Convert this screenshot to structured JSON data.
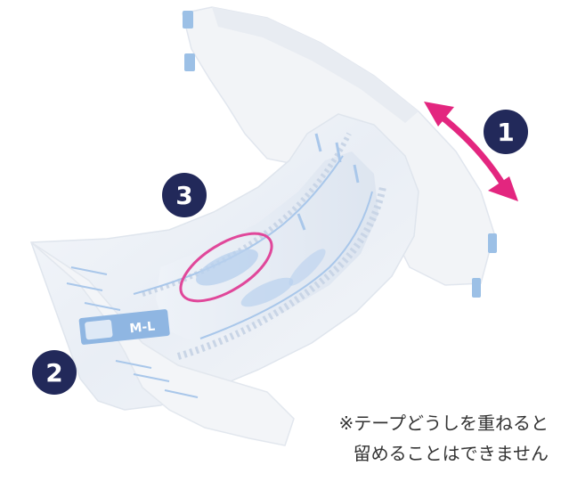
{
  "colors": {
    "marker": "#22295a",
    "arrow": "#e3267f",
    "highlight": "#e0479a",
    "tape": "#9cc0e6",
    "stripe": "#a9c7ea",
    "label_panel": "#8fb6e2"
  },
  "markers": [
    {
      "label": "1"
    },
    {
      "label": "2"
    },
    {
      "label": "3"
    }
  ],
  "note": {
    "line1": "※テープどうしを重ねると",
    "line2": "留めることはできません"
  },
  "label_panel": {
    "text": "M-L"
  },
  "icons": [
    "double-arrow-icon",
    "highlight-circle-icon"
  ]
}
